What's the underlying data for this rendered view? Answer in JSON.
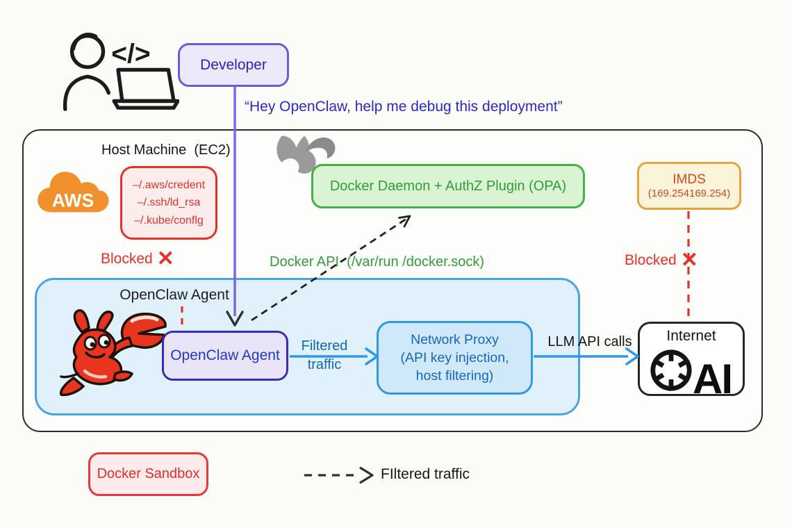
{
  "colors": {
    "purple_border": "#6a5cd8",
    "purple_line": "#7a68e0",
    "agent_border": "#372cb5",
    "agent_text": "#1f36cf",
    "blue_arrow": "#2b97ef",
    "proxy_border": "#2f97e3",
    "red": "#e8302a",
    "green_border": "#43b049",
    "green_text": "#2f9e38",
    "aws_orange": "#f0912d",
    "imds_border": "#e9a33b",
    "imds_text": "#d2491e",
    "black": "#1a1a1a"
  },
  "developer": {
    "box_label": "Developer",
    "quote": "“Hey OpenClaw, help me debug this deployment”"
  },
  "host": {
    "label": "Host Machine  (EC2)"
  },
  "aws": {
    "logo_text": "AWS"
  },
  "credentials": {
    "lines": [
      "–/.aws/credent",
      "–/.ssh/ld_rsa",
      "–/.kube/conflg"
    ]
  },
  "blocked_left": {
    "label": "Blocked",
    "mark": "✕"
  },
  "blocked_right": {
    "label": "Blocked",
    "mark": "✕"
  },
  "docker_daemon": {
    "label": "Docker Daemon + AuthZ Plugin (OPA)"
  },
  "docker_api": {
    "label": "Docker API  (/var/run /docker.sock)"
  },
  "imds": {
    "title": "IMDS",
    "address": "(169.254169.254)"
  },
  "sandbox": {
    "label": "OpenClaw Agent"
  },
  "agent": {
    "label": "OpenClaw Agent"
  },
  "filtered": {
    "line1": "Filtered",
    "line2": "traffic"
  },
  "proxy": {
    "line1": "Network Proxy",
    "line2": "(API key injection,",
    "line3": "host filtering)"
  },
  "llm": {
    "label": "LLM API calls"
  },
  "internet": {
    "label": "Internet",
    "ai": "AI"
  },
  "legend": {
    "sandbox_label": "Docker Sandbox",
    "dashed_label": "FIltered traffic"
  }
}
